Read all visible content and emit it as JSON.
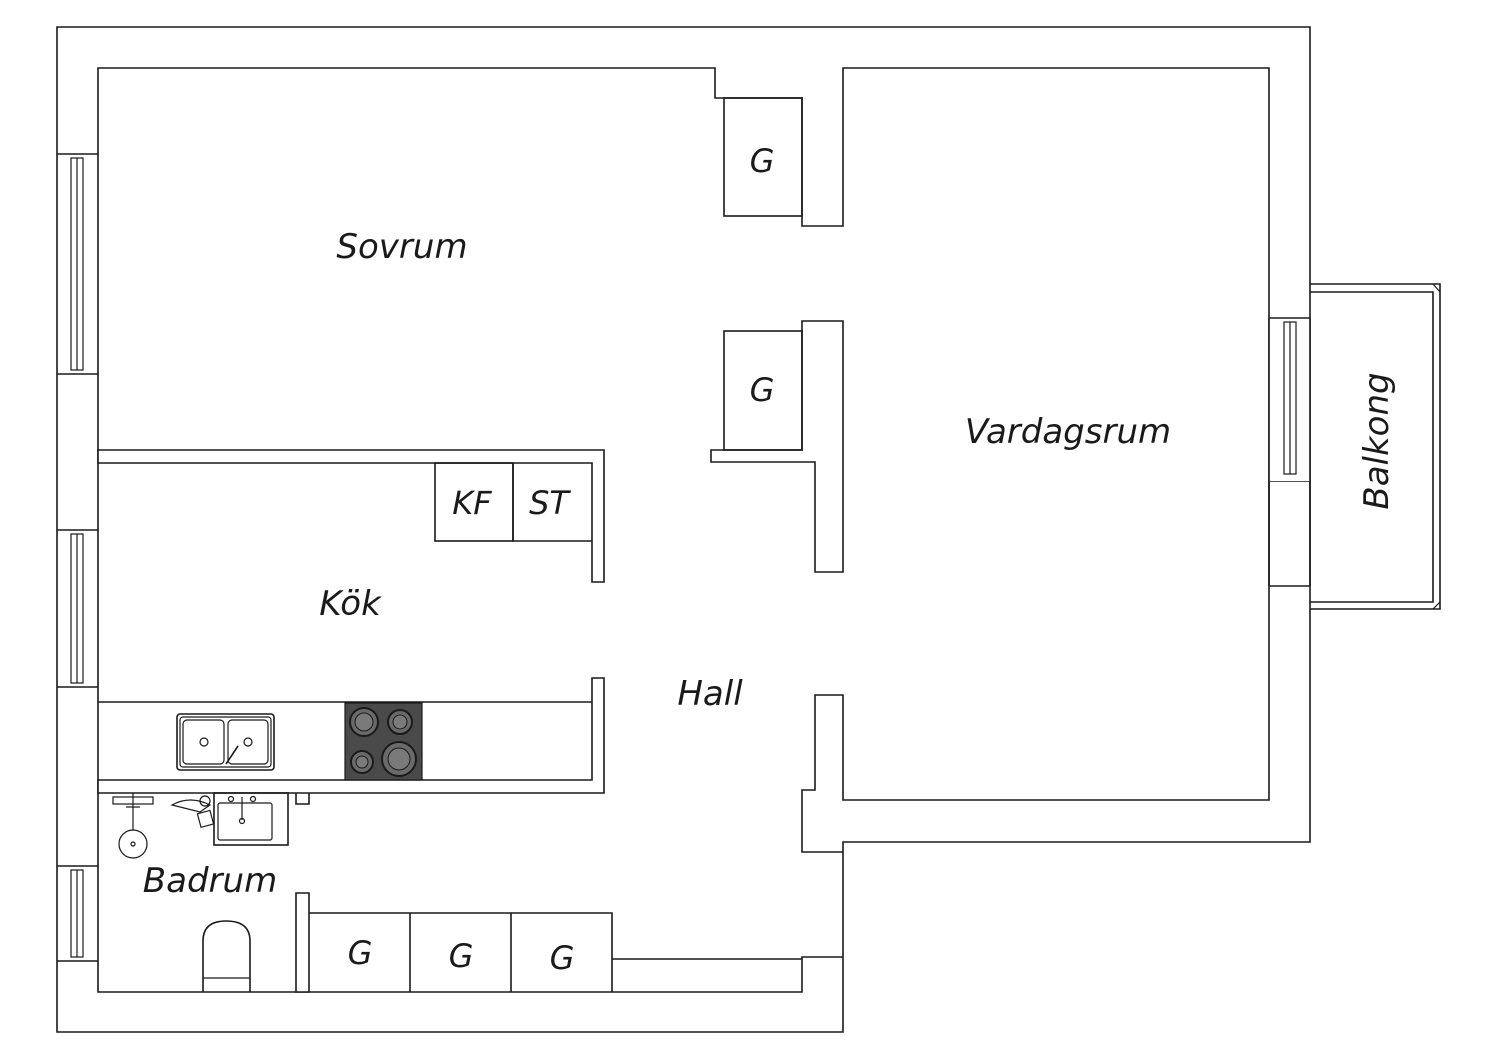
{
  "colors": {
    "line": "#1a1a1a",
    "background": "#ffffff",
    "hob": "#4a4a4a"
  },
  "rooms": {
    "sovrum": "Sovrum",
    "vardagsrum": "Vardagsrum",
    "kok": "Kök",
    "hall": "Hall",
    "badrum": "Badrum",
    "balkong": "Balkong"
  },
  "fixtures": {
    "kf": "KF",
    "st": "ST",
    "wardrobe_upper": "G",
    "wardrobe_middle": "G",
    "wardrobe_hall_1": "G",
    "wardrobe_hall_2": "G",
    "wardrobe_hall_3": "G"
  }
}
